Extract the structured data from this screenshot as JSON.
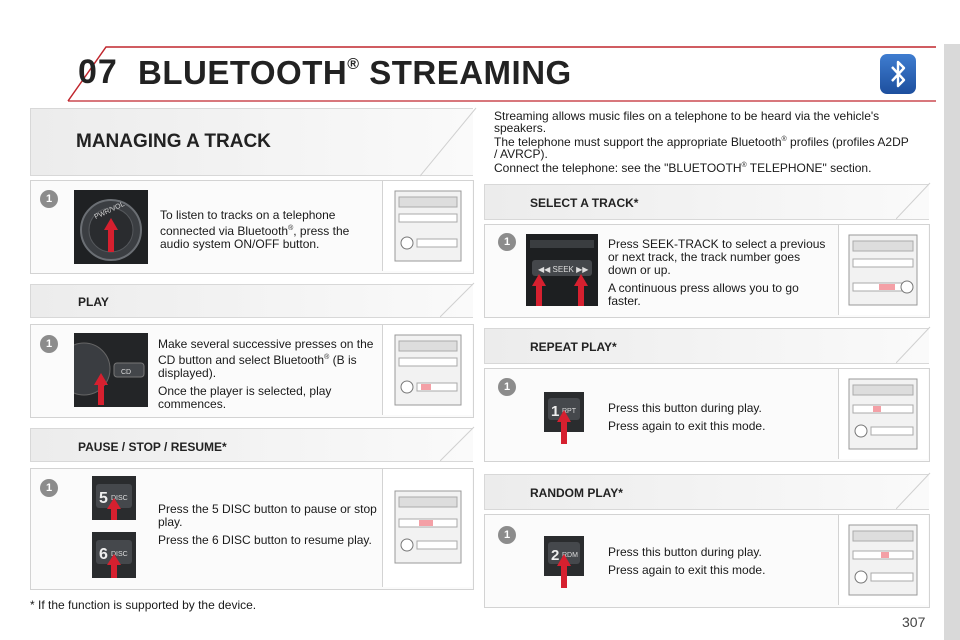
{
  "header": {
    "chapter": "07",
    "title": "BLUETOOTH",
    "title_reg": "®",
    "title_rest": " STREAMING"
  },
  "left": {
    "heading": "MANAGING A TRACK",
    "step_number": "1",
    "power": {
      "text_a": "To listen to tracks on a telephone connected via Bluetooth",
      "reg": "®",
      "text_b": ", press the audio system ON/OFF button."
    },
    "play": {
      "title": "PLAY",
      "p1_a": "Make several successive presses on the CD button and select Bluetooth",
      "p1_reg": "®",
      "p1_b": " (B is displayed).",
      "p2": "Once the player is selected, play commences."
    },
    "pause": {
      "title": "PAUSE / STOP / RESUME*",
      "p1": "Press the 5 DISC button to pause or stop play.",
      "p2": "Press the 6 DISC button to resume play."
    },
    "footnote": "* If the function is supported by the device."
  },
  "right": {
    "intro": {
      "l1": "Streaming allows music files on a telephone to be heard via the vehicle's speakers.",
      "l2_a": "The telephone must support the appropriate Bluetooth",
      "l2_reg": "®",
      "l2_b": " profiles (profiles A2DP / AVRCP).",
      "l3_a": "Connect the telephone: see the \"BLUETOOTH",
      "l3_reg": "®",
      "l3_b": " TELEPHONE\" section."
    },
    "select": {
      "title": "SELECT A TRACK*",
      "p1": "Press SEEK-TRACK to select a previous or next track, the track number goes down or up.",
      "p2": "A continuous press allows you to go faster."
    },
    "repeat": {
      "title": "REPEAT PLAY*",
      "p1": "Press this button during play.",
      "p2": "Press again to exit this mode."
    },
    "random": {
      "title": "RANDOM PLAY*",
      "p1": "Press this button during play.",
      "p2": "Press again to exit this mode."
    }
  },
  "page_number": "307",
  "colors": {
    "accent": "#c0262d",
    "arrow": "#d6202f",
    "bt_blue": "#2b64b6"
  }
}
